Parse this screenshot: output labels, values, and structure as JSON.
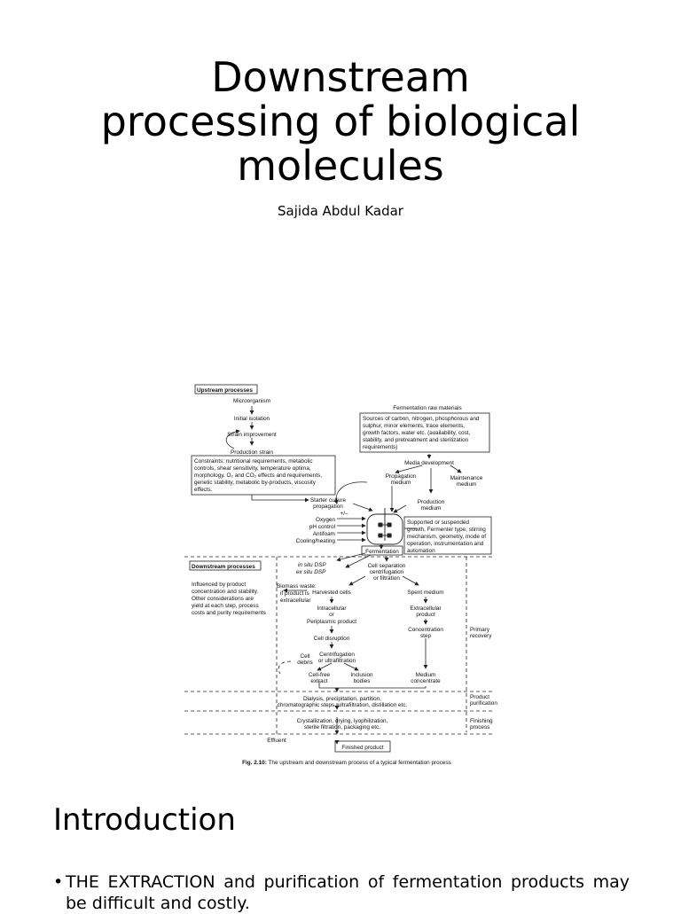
{
  "slide": {
    "title_line1": "Downstream",
    "title_line2": "processing of biological",
    "title_line3": "molecules",
    "author": "Sajida Abdul Kadar"
  },
  "figure": {
    "upstream_header": "Upstream processes",
    "downstream_header": "Downstream processes",
    "microorganism": "Microorganism",
    "initial_isolation": "Initial isolation",
    "strain_improvement": "Strain improvement",
    "production_strain": "Production strain",
    "raw_materials_title": "Fermentation raw materials",
    "raw_materials_l1": "Sources of carbon, nitrogen, phosphorous and",
    "raw_materials_l2": "sulphur, minor elements, trace elements,",
    "raw_materials_l3": "growth factors, water etc. (availability, cost,",
    "raw_materials_l4": "stability, and pretreatment and sterilization",
    "raw_materials_l5": "requirements)",
    "constraints_l1": "Constraints: nutritional requirements, metabolic",
    "constraints_l2": "controls, shear sensitivity, temperature optima,",
    "constraints_l3": "morphology, O₂ and CO₂ effects and requirements,",
    "constraints_l4": "genetic stability, metabolic by-products, viscosity",
    "constraints_l5": "effects.",
    "media_development": "Media development",
    "propagation_medium_1": "Propagation",
    "propagation_medium_2": "medium",
    "maintenance_medium_1": "Maintenance",
    "maintenance_medium_2": "medium",
    "starter_culture_1": "Starter culture",
    "starter_culture_2": "propagation",
    "production_medium_1": "Production",
    "production_medium_2": "medium",
    "plus_minus": "+/–",
    "oxygen": "Oxygen",
    "ph_control": "pH control",
    "antifoam": "Antifoam",
    "cooling": "Cooling/heating",
    "growth_l1": "Supported or suspended",
    "growth_l2": "growth, Fermenter type, stirring",
    "growth_l3": "mechanism, geometry, mode of",
    "growth_l4": "operation, instrumentation and",
    "growth_l5": "automation",
    "fermentation": "Fermentation",
    "in_situ": "in situ DSP",
    "ex_situ": "ex situ DSP",
    "cell_sep_1": "Cell separation",
    "cell_sep_2": "centrifugation",
    "cell_sep_3": "or filtration",
    "influenced_l1": "Influenced by product",
    "influenced_l2": "concentration and stability.",
    "influenced_l3": "Other considerations are",
    "influenced_l4": "yield at each step, process",
    "influenced_l5": "costs and purity requirements",
    "biomass_1": "Biomass waste:",
    "biomass_2": "if product is",
    "biomass_3": "extracellular",
    "harvested_cells": "Harvested cells",
    "spent_medium": "Spent medium",
    "intracellular_1": "Intracellular",
    "intracellular_2": "or",
    "intracellular_3": "Periplasmic product",
    "extracellular_1": "Extracellular",
    "extracellular_2": "product",
    "cell_disruption": "Cell disruption",
    "concentration_1": "Concentration",
    "concentration_2": "step",
    "primary_recovery_1": "Primary",
    "primary_recovery_2": "recovery",
    "cell_debris_1": "Cell",
    "cell_debris_2": "debris",
    "centrifugation_1": "Centrifugation",
    "centrifugation_2": "or ultrafiltration",
    "cell_free_1": "Cell-free",
    "cell_free_2": "extract",
    "inclusion_1": "Inclusion",
    "inclusion_2": "bodies",
    "medium_conc_1": "Medium",
    "medium_conc_2": "concentrate",
    "dialysis_1": "Dialysis, precipitation, partition,",
    "dialysis_2": "chromatographic steps, ultrafiltration, distillation etc.",
    "product_purif_1": "Product",
    "product_purif_2": "purification",
    "crystal_1": "Crystallization, drying, lyophilization,",
    "crystal_2": "sterile filtration, packaging etc.",
    "finishing_1": "Finishing",
    "finishing_2": "process",
    "effluent": "Effluent",
    "finished_product": "Finished product",
    "caption_bold": "Fig. 2.10:",
    "caption_rest": " The upstream and downstream process of a typical fermentation process"
  },
  "section": {
    "heading": "Introduction",
    "bullet_char": "•",
    "bullet_text": "THE EXTRACTION and purification of fermentation products may be difficult and costly."
  }
}
